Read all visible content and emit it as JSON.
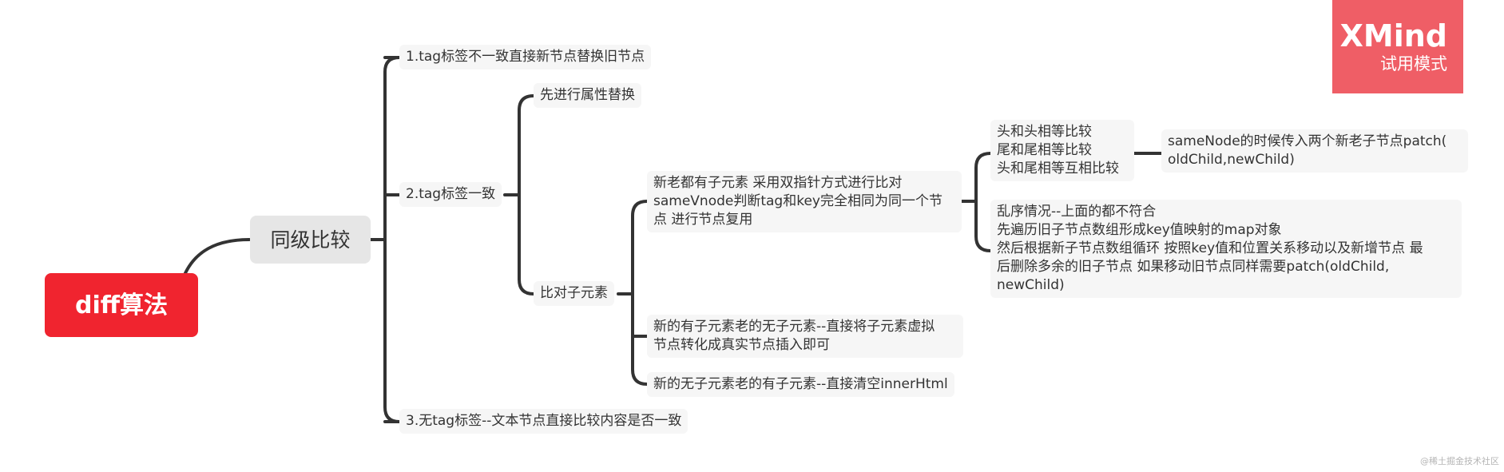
{
  "mindmap": {
    "root": "diff算法",
    "level1": "同级比较",
    "branch1": "1.tag标签不一致直接新节点替换旧节点",
    "branch2": {
      "label": "2.tag标签一致",
      "attr": "先进行属性替换",
      "children": {
        "label": "比对子元素",
        "both": [
          "新老都有子元素 采用双指针方式进行比对",
          "sameVnode判断tag和key完全相同为同一个节",
          "点 进行节点复用"
        ],
        "compare": [
          "头和头相等比较",
          "尾和尾相等比较",
          "头和尾相等互相比较"
        ],
        "patch": [
          "sameNode的时候传入两个新老子节点patch(",
          "oldChild,newChild)"
        ],
        "disorder": [
          "乱序情况--上面的都不符合",
          "先遍历旧子节点数组形成key值映射的map对象",
          "然后根据新子节点数组循环  按照key值和位置关系移动以及新增节点 最",
          "后删除多余的旧子节点 如果移动旧节点同样需要patch(oldChild,",
          "newChild)"
        ],
        "newOnly": [
          "新的有子元素老的无子元素--直接将子元素虚拟",
          "节点转化成真实节点插入即可"
        ],
        "oldOnly": "新的无子元素老的有子元素--直接清空innerHtml"
      }
    },
    "branch3": "3.无tag标签--文本节点直接比较内容是否一致"
  },
  "watermark": {
    "brand": "XMind",
    "mode": "试用模式"
  },
  "credit": "@稀土掘金技术社区",
  "colors": {
    "root": "#f0242f",
    "link": "#333333",
    "node": "#f6f6f6",
    "watermark": "#ef5e66"
  }
}
